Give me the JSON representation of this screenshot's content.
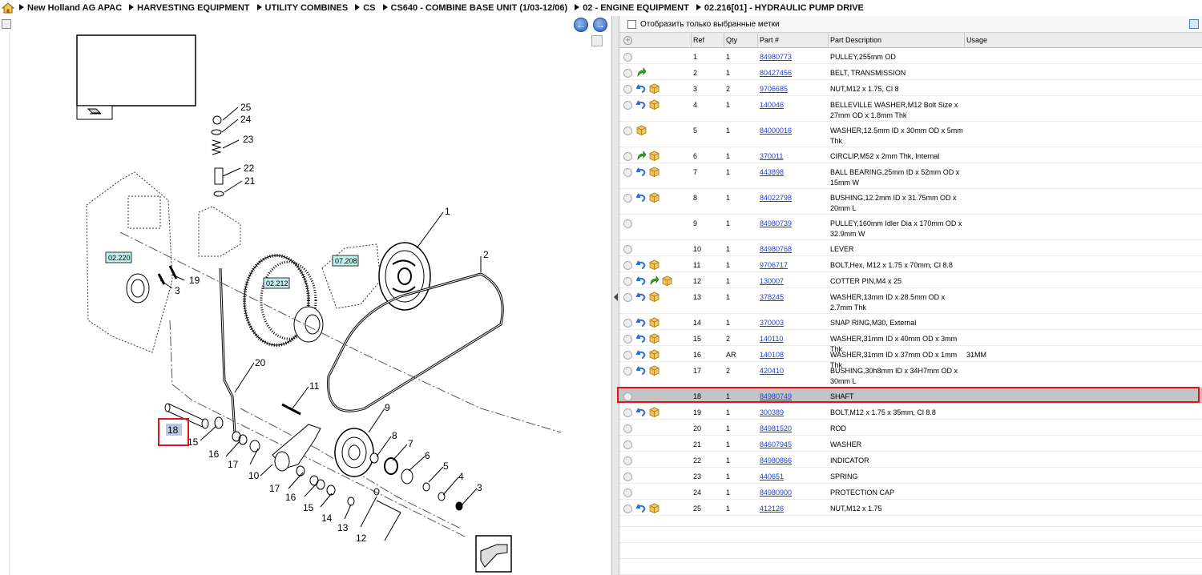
{
  "breadcrumb": [
    "New Holland AG APAC",
    "HARVESTING EQUIPMENT",
    "UTILITY COMBINES",
    "CS",
    "CS640 - COMBINE BASE UNIT (1/03-12/06)",
    "02 - ENGINE EQUIPMENT",
    "02.216[01] - HYDRAULIC PUMP DRIVE"
  ],
  "diagram": {
    "refs": {
      "r1": "1",
      "r2": "2",
      "r3a": "3",
      "r3b": "3",
      "r4": "4",
      "r5": "5",
      "r6": "6",
      "r7": "7",
      "r8": "8",
      "r9": "9",
      "r10": "10",
      "r11": "11",
      "r12": "12",
      "r13": "13",
      "r14": "14",
      "r15a": "15",
      "r15b": "15",
      "r16a": "16",
      "r16b": "16",
      "r17a": "17",
      "r17b": "17",
      "r18": "18",
      "r19": "19",
      "r20": "20",
      "r21": "21",
      "r22": "22",
      "r23": "23",
      "r24": "24",
      "r25": "25"
    },
    "crossrefs": [
      "02.220",
      "02.212",
      "07.208"
    ]
  },
  "filter": {
    "label": "Отобразить только выбранные метки"
  },
  "table": {
    "headers": {
      "ref": "Ref",
      "qty": "Qty",
      "part": "Part #",
      "desc": "Part Description",
      "usage": "Usage"
    },
    "rows": [
      {
        "ref": "1",
        "qty": "1",
        "part": "84980773",
        "desc": "PULLEY,255mm OD",
        "icons": []
      },
      {
        "ref": "2",
        "qty": "1",
        "part": "80427456",
        "desc": "BELT, TRANSMISSION",
        "icons": [
          "green-arrow"
        ]
      },
      {
        "ref": "3",
        "qty": "2",
        "part": "9706685",
        "desc": "NUT,M12 x 1.75, Cl 8",
        "icons": [
          "blue-arrow",
          "box"
        ]
      },
      {
        "ref": "4",
        "qty": "1",
        "part": "140046",
        "desc": "BELLEVILLE WASHER,M12 Bolt Size x 27mm OD x 1.8mm Thk",
        "icons": [
          "blue-arrow",
          "box"
        ]
      },
      {
        "ref": "5",
        "qty": "1",
        "part": "84000016",
        "desc": "WASHER,12.5mm ID x 30mm OD x 5mm Thk",
        "icons": [
          "box"
        ]
      },
      {
        "ref": "6",
        "qty": "1",
        "part": "370011",
        "desc": "CIRCLIP,M52 x 2mm Thk, Internal",
        "icons": [
          "green-arrow",
          "box"
        ]
      },
      {
        "ref": "7",
        "qty": "1",
        "part": "443898",
        "desc": "BALL BEARING,25mm ID x 52mm OD x 15mm W",
        "icons": [
          "blue-arrow",
          "box"
        ]
      },
      {
        "ref": "8",
        "qty": "1",
        "part": "84022798",
        "desc": "BUSHING,12.2mm ID x 31.75mm OD x 20mm L",
        "icons": [
          "blue-arrow",
          "box"
        ]
      },
      {
        "ref": "9",
        "qty": "1",
        "part": "84980739",
        "desc": "PULLEY,160mm Idler Dia x 170mm OD x 32.9mm W",
        "icons": []
      },
      {
        "ref": "10",
        "qty": "1",
        "part": "84980768",
        "desc": "LEVER",
        "icons": []
      },
      {
        "ref": "11",
        "qty": "1",
        "part": "9706717",
        "desc": "BOLT,Hex, M12 x 1.75 x 70mm, Cl 8.8",
        "icons": [
          "blue-arrow",
          "box"
        ]
      },
      {
        "ref": "12",
        "qty": "1",
        "part": "130007",
        "desc": "COTTER PIN,M4 x 25",
        "icons": [
          "blue-arrow",
          "green-arrow",
          "box"
        ]
      },
      {
        "ref": "13",
        "qty": "1",
        "part": "378245",
        "desc": "WASHER,13mm ID x 28.5mm OD x 2.7mm Thk",
        "icons": [
          "blue-arrow",
          "box"
        ]
      },
      {
        "ref": "14",
        "qty": "1",
        "part": "370003",
        "desc": "SNAP RING,M30, External",
        "icons": [
          "blue-arrow",
          "box"
        ]
      },
      {
        "ref": "15",
        "qty": "2",
        "part": "140110",
        "desc": "WASHER,31mm ID x 40mm OD x 3mm Thk",
        "icons": [
          "blue-arrow",
          "box"
        ]
      },
      {
        "ref": "16",
        "qty": "AR",
        "part": "140108",
        "desc": "WASHER,31mm ID x 37mm OD x 1mm Thk",
        "usage": "31MM",
        "icons": [
          "blue-arrow",
          "box"
        ]
      },
      {
        "ref": "17",
        "qty": "2",
        "part": "420410",
        "desc": "BUSHING,30h8mm ID x 34H7mm OD x 30mm L",
        "icons": [
          "blue-arrow",
          "box"
        ]
      },
      {
        "ref": "18",
        "qty": "1",
        "part": "84980749",
        "desc": "SHAFT",
        "icons": [],
        "selected": true
      },
      {
        "ref": "19",
        "qty": "1",
        "part": "300389",
        "desc": "BOLT,M12 x 1.75 x 35mm, Cl 8.8",
        "icons": [
          "blue-arrow",
          "box"
        ]
      },
      {
        "ref": "20",
        "qty": "1",
        "part": "84981520",
        "desc": "ROD",
        "icons": []
      },
      {
        "ref": "21",
        "qty": "1",
        "part": "84607945",
        "desc": "WASHER",
        "icons": []
      },
      {
        "ref": "22",
        "qty": "1",
        "part": "84980866",
        "desc": "INDICATOR",
        "icons": []
      },
      {
        "ref": "23",
        "qty": "1",
        "part": "440651",
        "desc": "SPRING",
        "icons": []
      },
      {
        "ref": "24",
        "qty": "1",
        "part": "84980900",
        "desc": "PROTECTION CAP",
        "icons": []
      },
      {
        "ref": "25",
        "qty": "1",
        "part": "412126",
        "desc": "NUT,M12 x 1.75",
        "icons": [
          "blue-arrow",
          "box"
        ]
      }
    ]
  },
  "colors": {
    "link": "#1a3fd6",
    "highlight": "#e0141e",
    "selected_row": "#c4c4c4",
    "crossref_fill": "#bff0ee"
  }
}
